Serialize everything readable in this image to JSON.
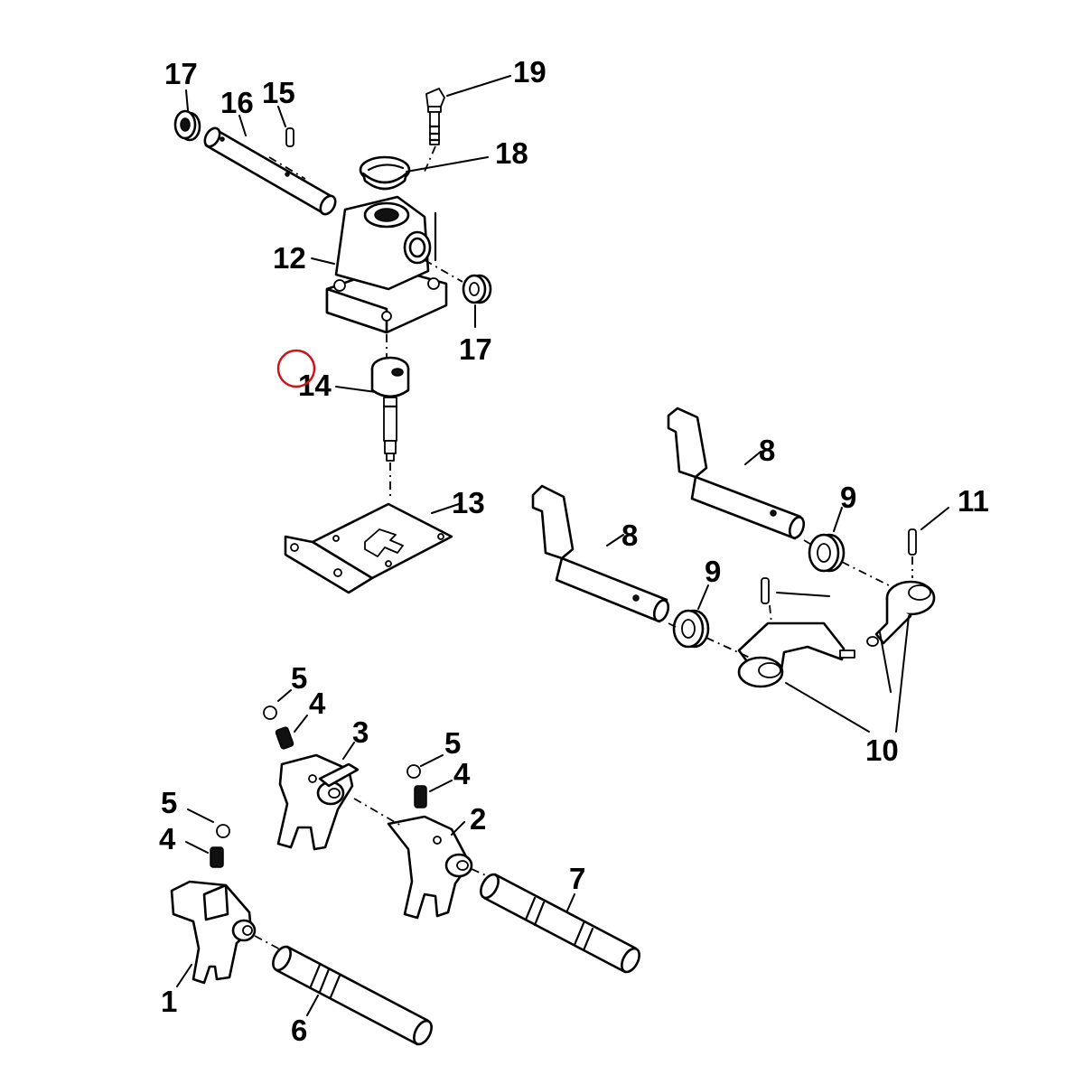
{
  "callouts": {
    "c1": "1",
    "c2": "2",
    "c3": "3",
    "c4a": "4",
    "c4b": "4",
    "c4c": "4",
    "c5a": "5",
    "c5b": "5",
    "c5c": "5",
    "c6": "6",
    "c7": "7",
    "c8a": "8",
    "c8b": "8",
    "c9a": "9",
    "c9b": "9",
    "c10": "10",
    "c11": "11",
    "c12": "12",
    "c13": "13",
    "c14": "14",
    "c15": "15",
    "c16": "16",
    "c17a": "17",
    "c17b": "17",
    "c18": "18",
    "c19": "19"
  },
  "colors": {
    "line": "#000000",
    "background": "#ffffff",
    "marker": "#d0141c"
  }
}
